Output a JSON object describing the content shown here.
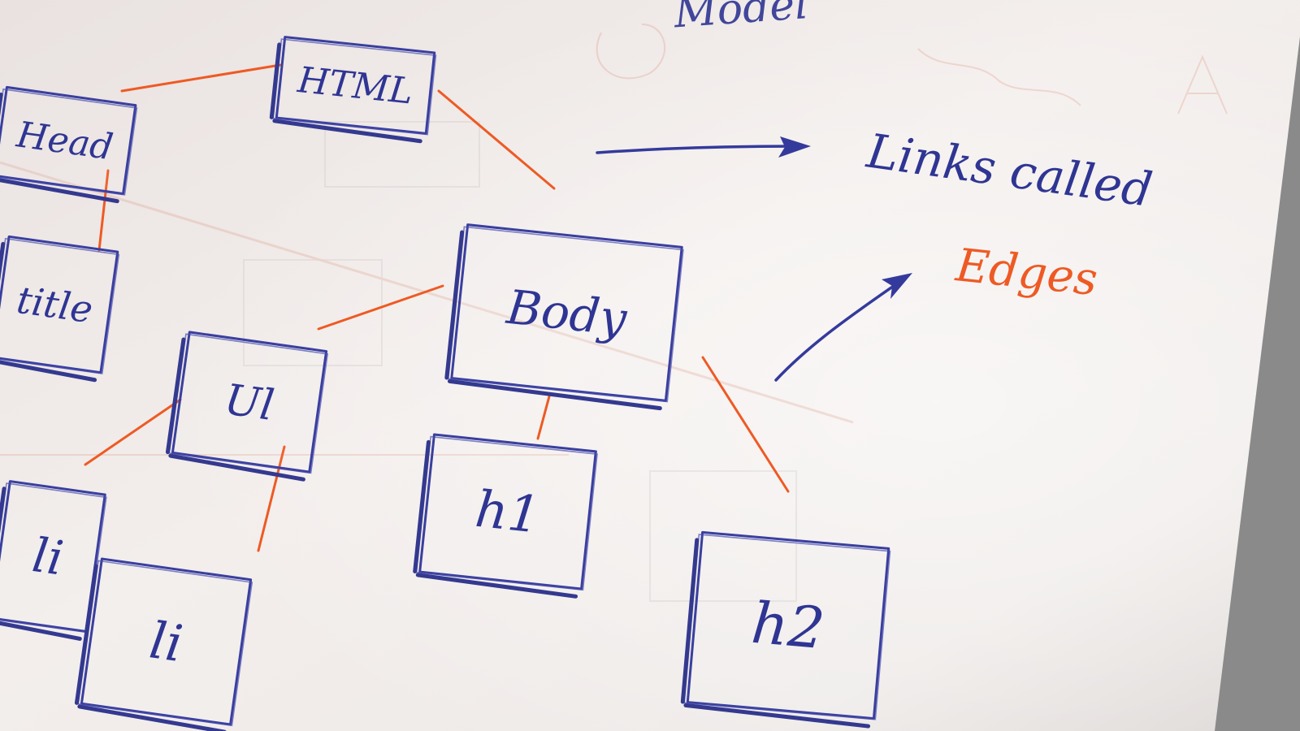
{
  "diagram": {
    "nodes": [
      {
        "id": "html",
        "label": "HTML"
      },
      {
        "id": "head",
        "label": "Head"
      },
      {
        "id": "title",
        "label": "title"
      },
      {
        "id": "body",
        "label": "Body"
      },
      {
        "id": "ul",
        "label": "Ul"
      },
      {
        "id": "h1",
        "label": "h1"
      },
      {
        "id": "li1",
        "label": "li"
      },
      {
        "id": "li2",
        "label": "li"
      },
      {
        "id": "h2",
        "label": "h2"
      }
    ],
    "edges": [
      {
        "from": "html",
        "to": "head"
      },
      {
        "from": "html",
        "to": "body"
      },
      {
        "from": "head",
        "to": "title"
      },
      {
        "from": "body",
        "to": "ul"
      },
      {
        "from": "body",
        "to": "h1"
      },
      {
        "from": "body",
        "to": "h2"
      },
      {
        "from": "ul",
        "to": "li1"
      },
      {
        "from": "ul",
        "to": "li2"
      }
    ],
    "annotation": {
      "line1": "Links called",
      "line2": "Edges"
    },
    "faint_top_text": "Model",
    "colors": {
      "ink_blue": "#2f3593",
      "ink_orange": "#ee5a24",
      "paper": "#f1ecea"
    }
  }
}
